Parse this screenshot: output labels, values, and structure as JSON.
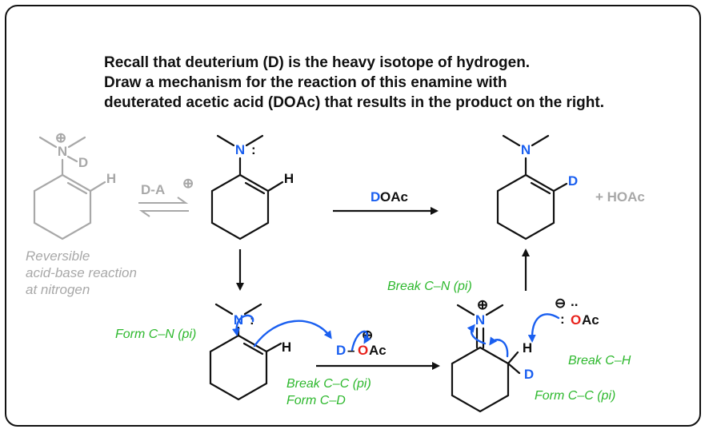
{
  "intro": {
    "line1": "Recall that deuterium (D) is the heavy isotope of hydrogen.",
    "line2": "Draw a mechanism for the reaction of this enamine with",
    "line3": "deuterated acetic acid (DOAc)  that results in the product on the right."
  },
  "atoms": {
    "N": "N",
    "H": "H",
    "D": "D",
    "O": "O",
    "Ac": "Ac",
    "OAc": "OAc",
    "plus": "⊕",
    "minus": "⊖",
    "lone_pair": ":",
    "two_dots": "..",
    "dash": "–"
  },
  "reagents": {
    "acid_label": "D-A",
    "doac_d": "D",
    "doac_rest": "OAc",
    "byproduct": "+ HOAc"
  },
  "notes": {
    "reversible_1": "Reversible",
    "reversible_2": "acid-base reaction",
    "reversible_3": "at nitrogen",
    "form_cn": "Form C–N (pi)",
    "break_cc": "Break C–C (pi)",
    "form_cd": "Form C–D",
    "break_cn": "Break C–N (pi)",
    "break_ch": "Break C–H",
    "form_cc": "Form C–C (pi)"
  },
  "colors": {
    "ink": "#111111",
    "arrow_blue": "#1a5ff0",
    "oxygen_red": "#e8221c",
    "note_green": "#2db82d",
    "faded_grey": "#a8a8a8"
  }
}
